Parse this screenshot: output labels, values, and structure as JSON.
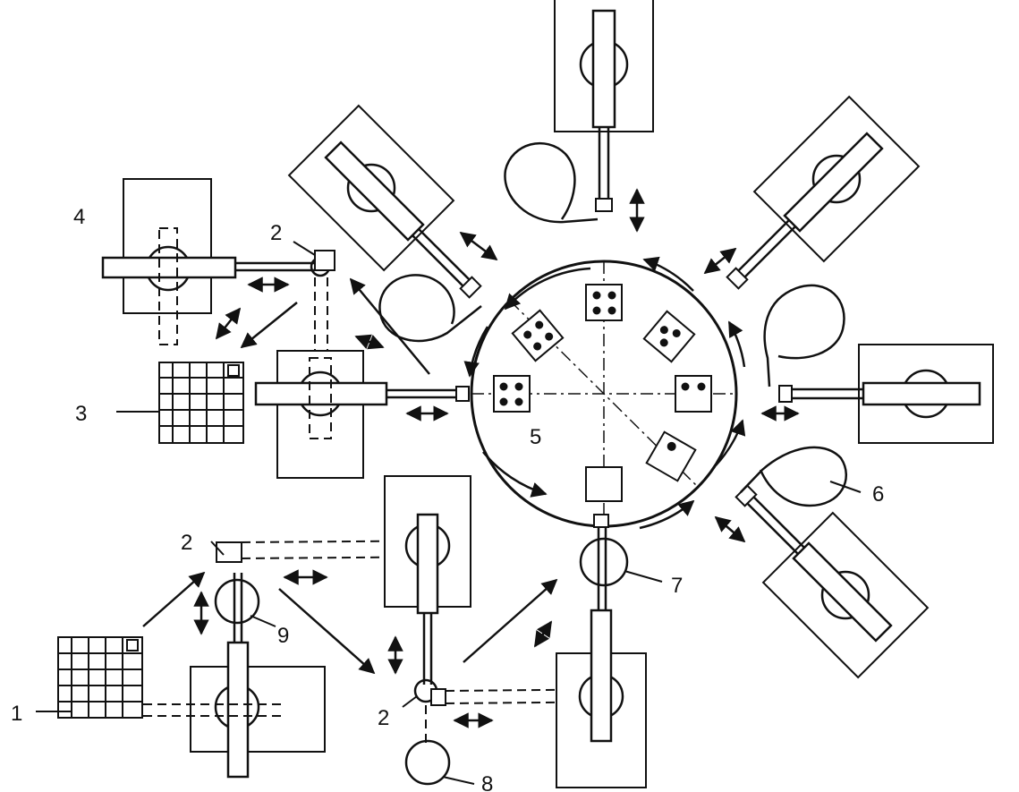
{
  "labels": {
    "l1": "1",
    "l2a": "2",
    "l2b": "2",
    "l2c": "2",
    "l3": "3",
    "l4": "4",
    "l5": "5",
    "l6": "6",
    "l7": "7",
    "l8": "8",
    "l9": "9"
  }
}
